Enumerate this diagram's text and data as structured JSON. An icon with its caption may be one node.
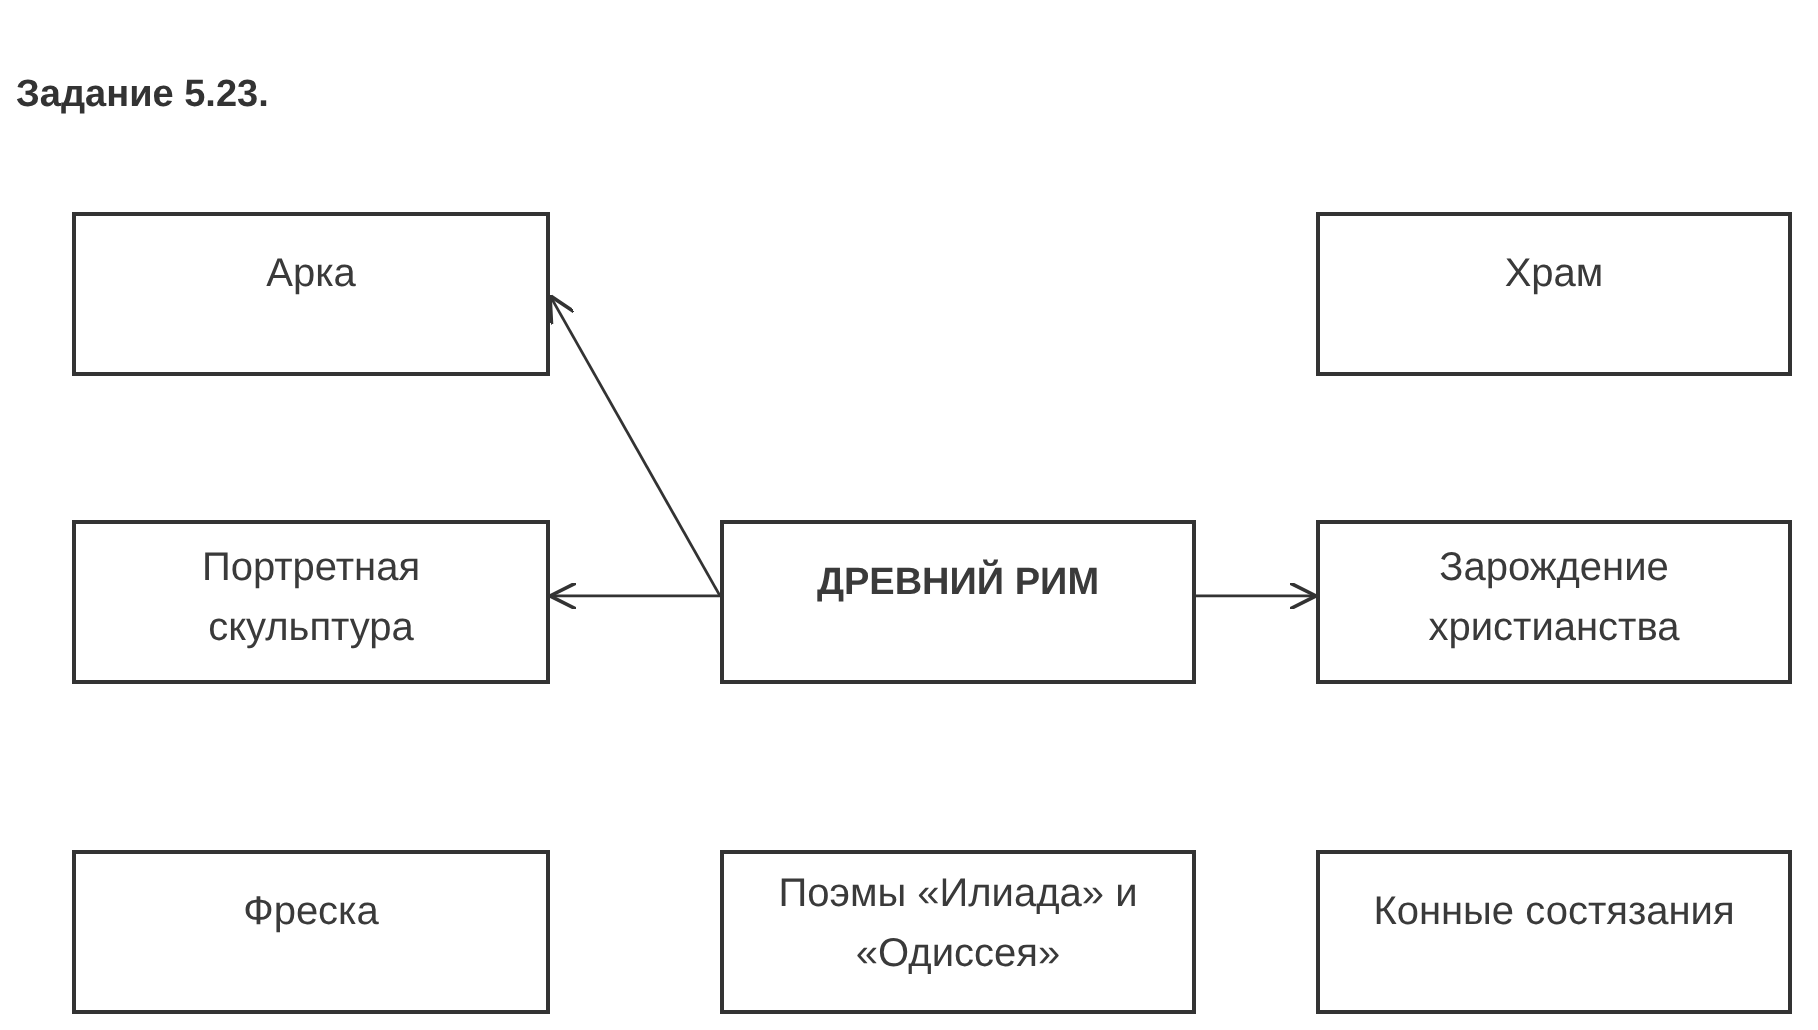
{
  "diagram": {
    "title": "Задание 5.23.",
    "nodes": [
      {
        "text": [
          "Арка"
        ]
      },
      {
        "text": [
          "Храм"
        ]
      },
      {
        "text": [
          "Портретная скульптура"
        ]
      },
      {
        "text": [
          "ДРЕВНИЙ РИМ"
        ]
      },
      {
        "text": [
          "Зарождение христианства"
        ]
      },
      {
        "text": [
          "Фреска"
        ]
      },
      {
        "text": [
          "Поэмы «Илиада» и «Одиссея»"
        ]
      },
      {
        "text": [
          "Конные состязания"
        ]
      }
    ],
    "edges": [
      {
        "from": 3,
        "to": 0,
        "arrow": "to"
      },
      {
        "from": 3,
        "to": 2,
        "arrow": "to"
      },
      {
        "from": 3,
        "to": 4,
        "arrow": "to"
      }
    ]
  }
}
